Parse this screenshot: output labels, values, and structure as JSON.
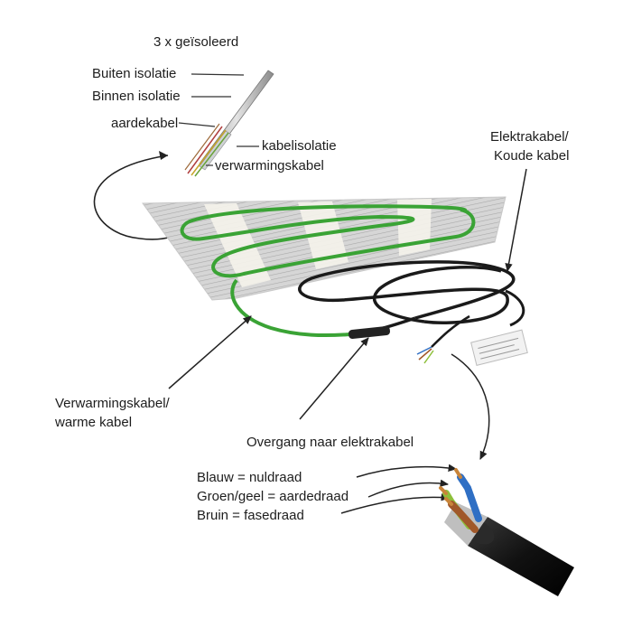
{
  "labels": {
    "title_insulated": "3 x geïsoleerd",
    "outer_insulation": "Buiten isolatie",
    "inner_insulation": "Binnen isolatie",
    "earth_cable": "aardekabel",
    "cable_insulation": "kabelisolatie",
    "heating_cable_core": "verwarmingskabel",
    "electric_cable_line1": "Elektrakabel/",
    "electric_cable_line2": "Koude kabel",
    "heating_cable_line1": "Verwarmingskabel/",
    "heating_cable_line2": "warme kabel",
    "transition": "Overgang naar elektrakabel",
    "blue_wire": "Blauw = nuldraad",
    "green_yellow_wire": "Groen/geel = aardedraad",
    "brown_wire": "Bruin = fasedraad"
  },
  "colors": {
    "heating_cable": "#3aa335",
    "power_cable": "#1e1e1e",
    "mesh": "#bdbdbd",
    "tape": "#f5f3ec",
    "wire_blue": "#2f6fc4",
    "wire_green_yellow": "#8dbf3a",
    "wire_brown": "#a0582a",
    "arrow": "#222222"
  }
}
